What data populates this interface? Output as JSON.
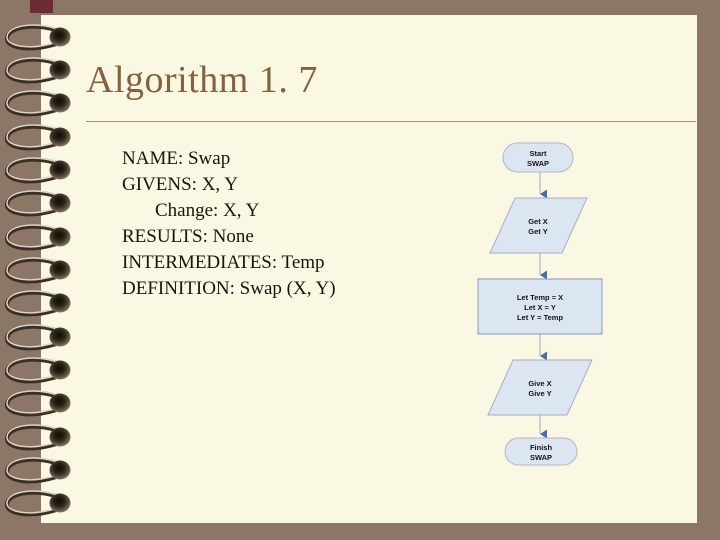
{
  "slide": {
    "title": "Algorithm 1. 7",
    "body_lines": [
      "NAME: Swap",
      "GIVENS: X, Y",
      "Change: X, Y",
      "RESULTS: None",
      "INTERMEDIATES: Temp",
      "DEFINITION: Swap (X, Y)"
    ]
  },
  "flowchart": {
    "nodes": [
      {
        "shape": "terminator",
        "lines": [
          "Start",
          "SWAP"
        ]
      },
      {
        "shape": "input-output",
        "lines": [
          "Get X",
          "Get Y"
        ]
      },
      {
        "shape": "process",
        "lines": [
          "Let Temp = X",
          "Let X = Y",
          "Let Y = Temp"
        ]
      },
      {
        "shape": "input-output",
        "lines": [
          "Give X",
          "Give Y"
        ]
      },
      {
        "shape": "terminator",
        "lines": [
          "Finish",
          "SWAP"
        ]
      }
    ]
  },
  "theme": {
    "background": "#8C7666",
    "page": "#FAF7E2",
    "accent_rect": "#6D2B35",
    "title_color": "#85613E",
    "shape_fill": "#DCE5F2",
    "shape_border": "#8499B7",
    "arrow_color": "#4A6DA8",
    "body_text_color": "#1B140C"
  }
}
